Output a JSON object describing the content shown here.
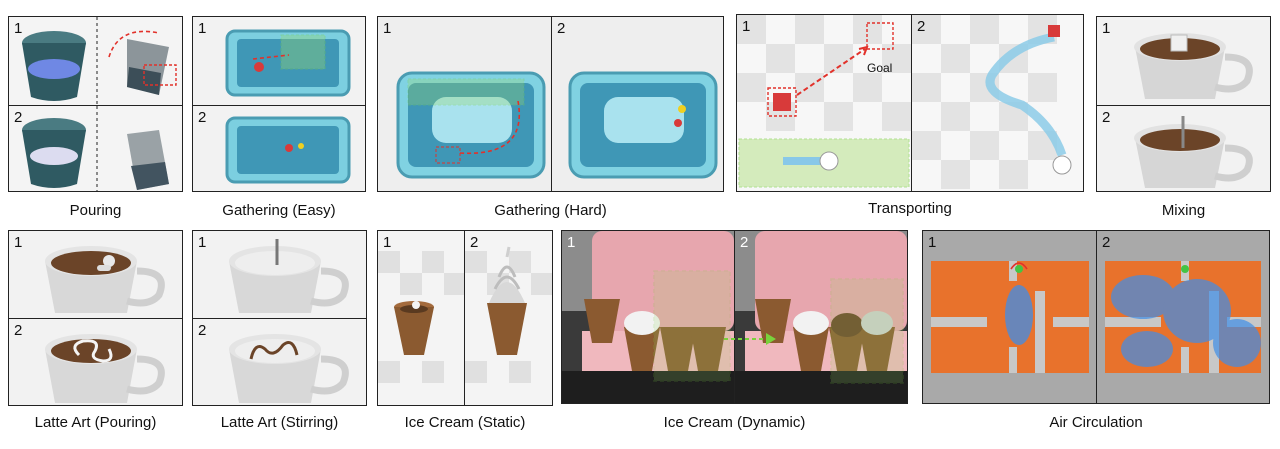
{
  "captions": {
    "pouring": "Pouring",
    "gathering_easy": "Gathering (Easy)",
    "gathering_hard": "Gathering (Hard)",
    "transporting": "Transporting",
    "mixing": "Mixing",
    "latte_pouring": "Latte Art (Pouring)",
    "latte_stirring": "Latte Art (Stirring)",
    "icecream_static": "Ice Cream (Static)",
    "icecream_dynamic": "Ice Cream (Dynamic)",
    "air_circulation": "Air Circulation"
  },
  "frame_numbers": {
    "first": "1",
    "second": "2"
  },
  "annotations": {
    "goal": "Goal"
  },
  "colors": {
    "annotation_red": "#e2312a",
    "region_green": "#79d23c",
    "water": "#5ab6d6",
    "coffee": "#6b4428",
    "orange": "#e8722c",
    "air": "#3f8ee8"
  }
}
